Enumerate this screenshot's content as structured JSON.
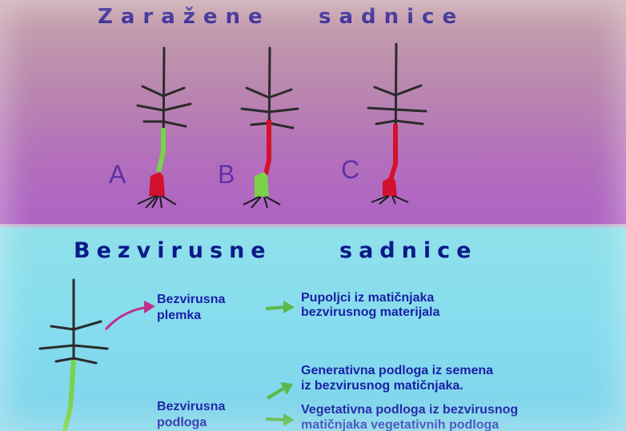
{
  "slide": {
    "top_title_1": "Zaražene",
    "top_title_2": "sadnice",
    "bottom_title_1": "Bezvirusne",
    "bottom_title_2": "sadnice",
    "labels": [
      "A",
      "B",
      "C"
    ],
    "scion": {
      "line1": "Bezvirusna",
      "line2": "plemka",
      "result1": "Pupoljci iz matičnjaka",
      "result2": "bezvirusnog materijala"
    },
    "rootstock": {
      "line1": "Bezvirusna",
      "line2": "podloga",
      "gen1": "Generativna podloga iz semena",
      "gen2": "iz bezvirusnog matičnjaka.",
      "veg1": "Vegetativna podloga iz bezvirusnog",
      "veg2": "matičnjaka vegetativnih podloga"
    },
    "colors": {
      "infected": "#d4112e",
      "healthy": "#7ad24a",
      "branch": "#2b2b2b",
      "arrow_pink": "#c0308c",
      "arrow_green": "#5ab84a"
    }
  }
}
